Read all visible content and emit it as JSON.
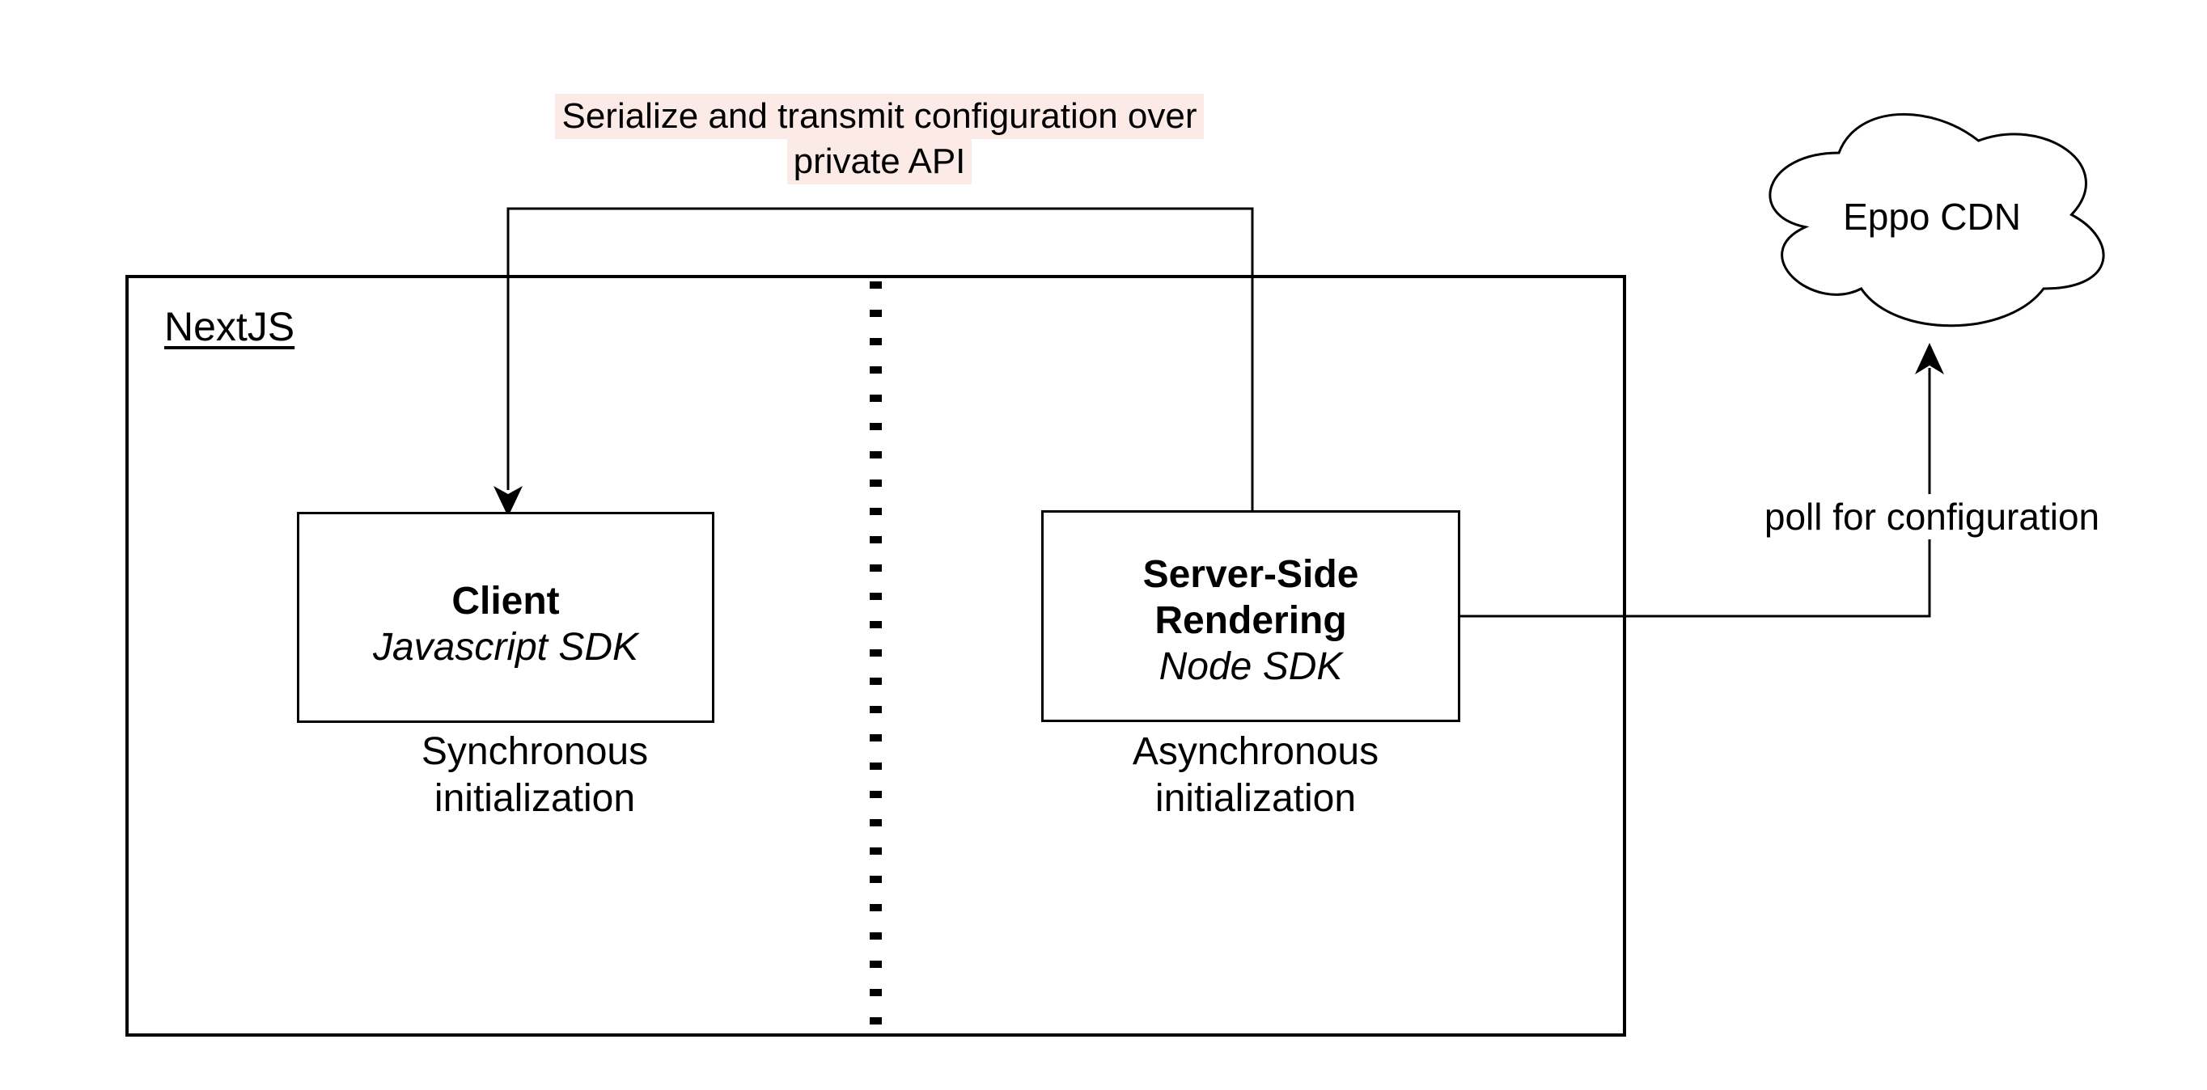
{
  "colors": {
    "stroke": "#000000",
    "highlight": "#fbeae6",
    "background": "#ffffff"
  },
  "labels": {
    "serialize": {
      "line1": "Serialize and transmit configuration over",
      "line2": "private API"
    },
    "poll": "poll for configuration"
  },
  "container": {
    "title": "NextJS"
  },
  "nodes": {
    "client": {
      "title": "Client",
      "subtitle": "Javascript SDK",
      "caption": "Synchronous\ninitialization"
    },
    "ssr": {
      "title": "Server-Side\nRendering",
      "subtitle": "Node SDK",
      "caption": "Asynchronous\ninitialization"
    },
    "cloud": {
      "label": "Eppo CDN"
    }
  }
}
